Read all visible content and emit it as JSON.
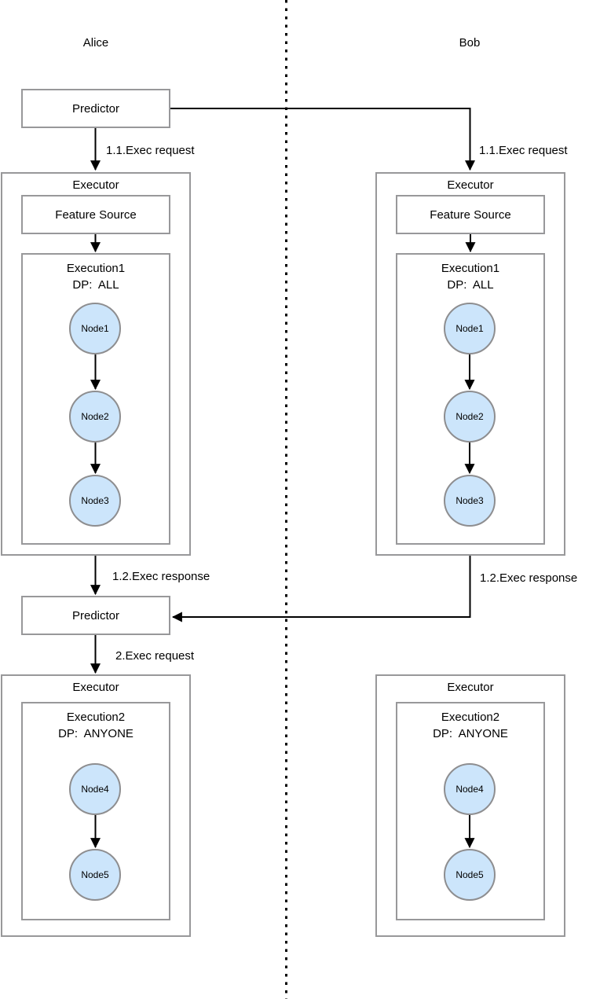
{
  "lanes": [
    {
      "label": "Alice"
    },
    {
      "label": "Bob"
    }
  ],
  "boxes": {
    "predictor": "Predictor",
    "executor": "Executor",
    "feature_source": "Feature Source"
  },
  "execution1": {
    "title": "Execution1",
    "dp": "DP:  ALL",
    "nodes": [
      "Node1",
      "Node2",
      "Node3"
    ]
  },
  "execution2": {
    "title": "Execution2",
    "dp": "DP:  ANYONE",
    "nodes": [
      "Node4",
      "Node5"
    ]
  },
  "flow_labels": {
    "request1": "1.1.Exec request",
    "response1": "1.2.Exec response",
    "request2": "2.Exec request"
  },
  "colors": {
    "node_fill": "#cce5fb",
    "node_border": "#8e8e90",
    "box_border": "#98989a",
    "wire": "#000000"
  }
}
